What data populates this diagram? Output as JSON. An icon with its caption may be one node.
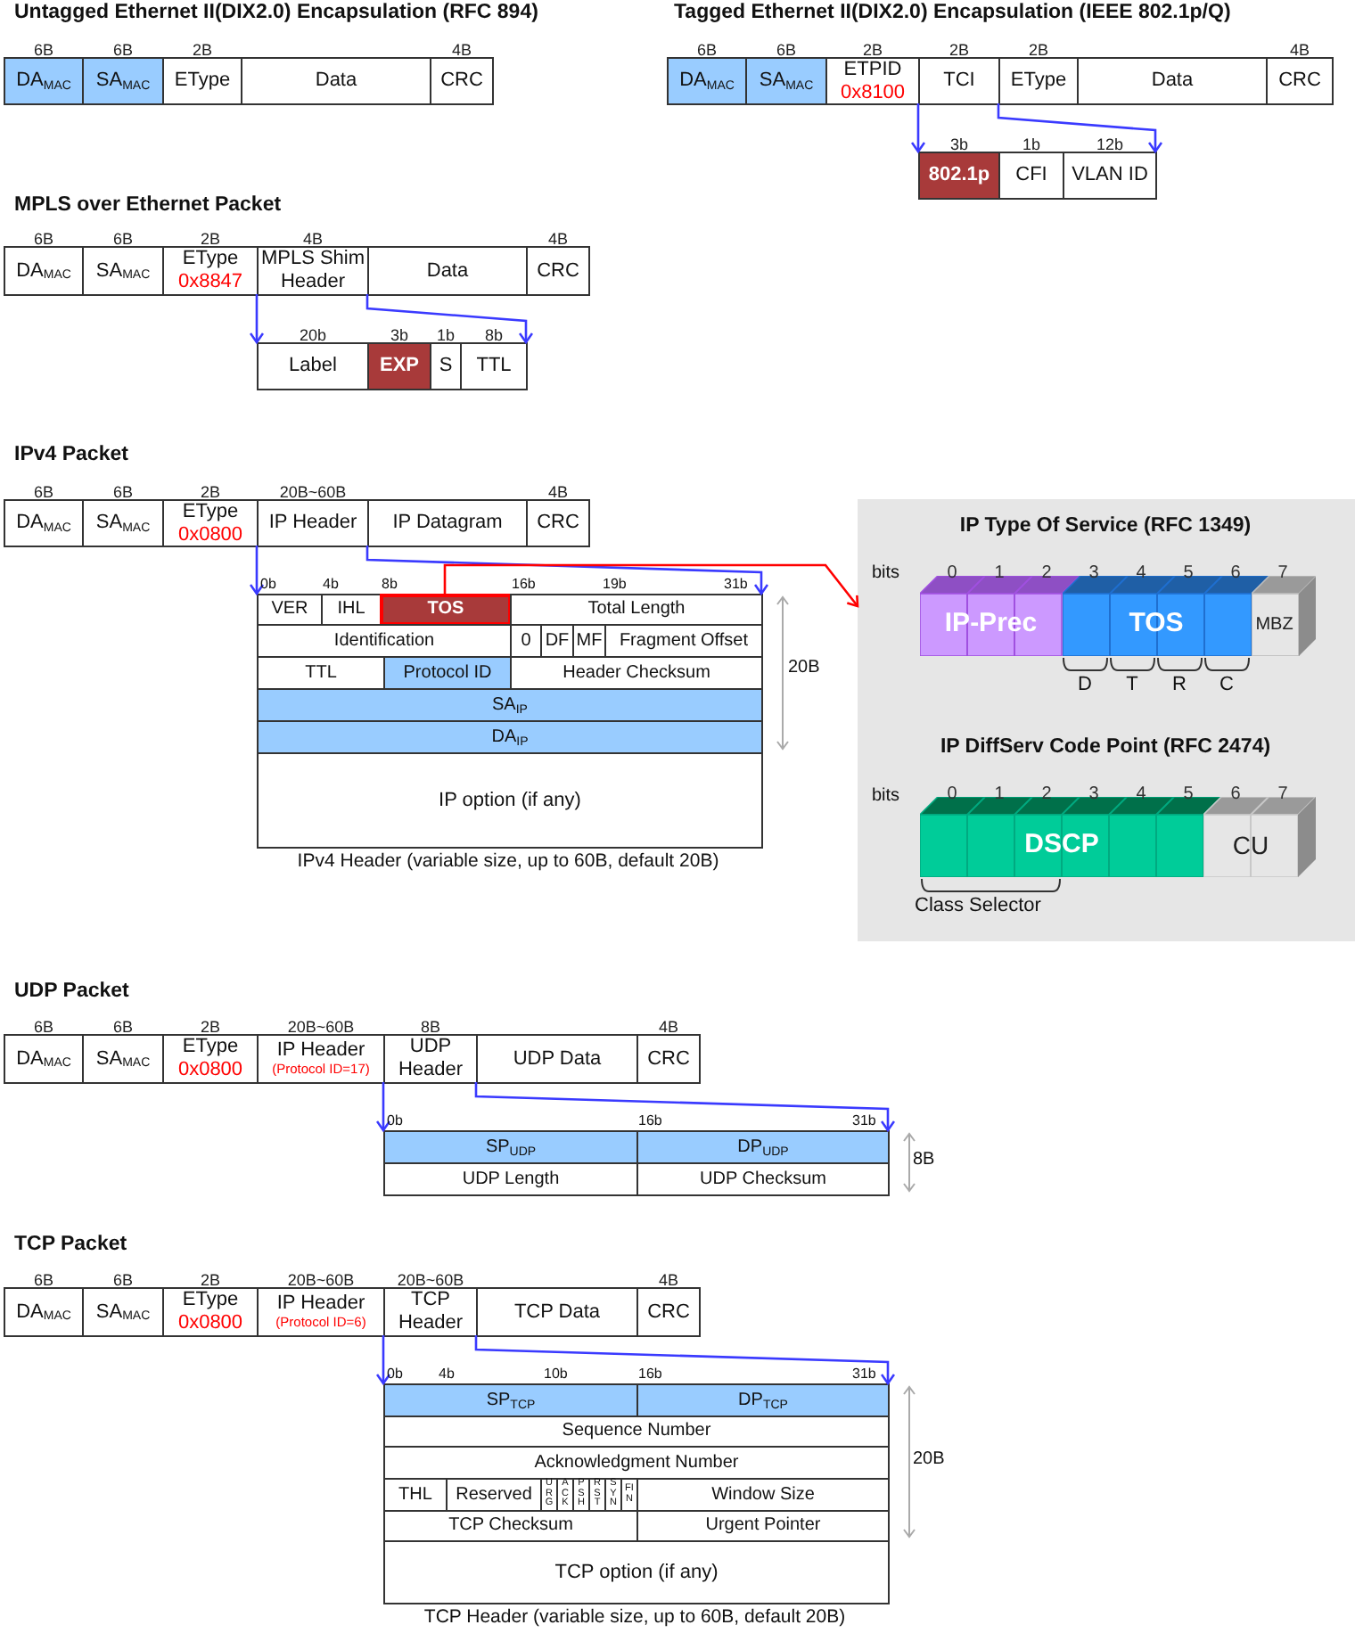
{
  "diagram": {
    "nodes": [
      {
        "text": [
          "DA$_{MAC}$"
        ],
        "beside": [
          "6B"
        ]
      },
      {
        "text": [
          "SA$_{MAC}$"
        ],
        "beside": [
          "6B"
        ]
      },
      {
        "text": [
          "EType"
        ],
        "beside": [
          "2B"
        ]
      },
      {
        "text": [
          "Data"
        ]
      },
      {
        "text": [
          "CRC"
        ],
        "beside": [
          "4B"
        ]
      },
      {
        "text": [
          "DA$_{MAC}$"
        ],
        "beside": [
          "6B"
        ]
      },
      {
        "text": [
          "SA$_{MAC}$"
        ],
        "beside": [
          "6B"
        ]
      },
      {
        "text": [
          "ETPID",
          "0x8100"
        ],
        "beside": [
          "2B"
        ]
      },
      {
        "text": [
          "TCI"
        ],
        "beside": [
          "2B"
        ]
      },
      {
        "text": [
          "EType"
        ],
        "beside": [
          "2B"
        ]
      },
      {
        "text": [
          "Data"
        ]
      },
      {
        "text": [
          "CRC"
        ],
        "beside": [
          "4B"
        ]
      },
      {
        "text": [
          "802.1p"
        ],
        "beside": [
          "3b"
        ]
      },
      {
        "text": [
          "CFI"
        ],
        "beside": [
          "1b"
        ]
      },
      {
        "text": [
          "VLAN ID"
        ],
        "beside": [
          "12b"
        ]
      },
      {
        "text": [
          "DA$_{MAC}$"
        ],
        "beside": [
          "6B"
        ]
      },
      {
        "text": [
          "SA$_{MAC}$"
        ],
        "beside": [
          "6B"
        ]
      },
      {
        "text": [
          "EType",
          "0x8847"
        ],
        "beside": [
          "2B"
        ]
      },
      {
        "text": [
          "MPLS Shim Header"
        ],
        "beside": [
          "4B"
        ]
      },
      {
        "text": [
          "Data"
        ]
      },
      {
        "text": [
          "CRC"
        ],
        "beside": [
          "4B"
        ]
      },
      {
        "text": [
          "Label"
        ],
        "beside": [
          "20b"
        ]
      },
      {
        "text": [
          "EXP"
        ],
        "beside": [
          "3b"
        ]
      },
      {
        "text": [
          "S"
        ],
        "beside": [
          "1b"
        ]
      },
      {
        "text": [
          "TTL"
        ],
        "beside": [
          "8b"
        ]
      },
      {
        "text": [
          "DA$_{MAC}$"
        ],
        "beside": [
          "6B"
        ]
      },
      {
        "text": [
          "SA$_{MAC}$"
        ],
        "beside": [
          "6B"
        ]
      },
      {
        "text": [
          "EType",
          "0x0800"
        ],
        "beside": [
          "2B"
        ]
      },
      {
        "text": [
          "IP Header"
        ],
        "beside": [
          "20B~60B"
        ]
      },
      {
        "text": [
          "IP Datagram"
        ]
      },
      {
        "text": [
          "CRC"
        ],
        "beside": [
          "4B"
        ]
      },
      {
        "text": [
          "VER"
        ]
      },
      {
        "text": [
          "IHL"
        ]
      },
      {
        "text": [
          "TOS"
        ]
      },
      {
        "text": [
          "Total Length"
        ]
      },
      {
        "text": [
          "Identification"
        ]
      },
      {
        "text": [
          "0"
        ]
      },
      {
        "text": [
          "DF"
        ]
      },
      {
        "text": [
          "MF"
        ]
      },
      {
        "text": [
          "Fragment Offset"
        ]
      },
      {
        "text": [
          "TTL"
        ]
      },
      {
        "text": [
          "Protocol ID"
        ]
      },
      {
        "text": [
          "Header Checksum"
        ]
      },
      {
        "text": [
          "SA$_{IP}$"
        ]
      },
      {
        "text": [
          "DA$_{IP}$"
        ]
      },
      {
        "text": [
          "IP option (if any)"
        ]
      },
      {
        "text": [],
        "shape": "box"
      },
      {
        "text": [
          "IP-Prec"
        ],
        "in": 46
      },
      {
        "text": [
          "TOS"
        ],
        "in": 46
      },
      {
        "text": [
          "MBZ"
        ],
        "in": 46
      },
      {
        "text": [
          "DSCP"
        ],
        "in": 46
      },
      {
        "text": [
          "CU"
        ],
        "in": 46
      },
      {
        "text": [
          "DA$_{MAC}$"
        ],
        "beside": [
          "6B"
        ]
      },
      {
        "text": [
          "SA$_{MAC}$"
        ],
        "beside": [
          "6B"
        ]
      },
      {
        "text": [
          "EType",
          "0x0800"
        ],
        "beside": [
          "2B"
        ]
      },
      {
        "text": [
          "IP Header",
          "(Protocol ID=17)"
        ],
        "beside": [
          "20B~60B"
        ]
      },
      {
        "text": [
          "UDP Header"
        ],
        "beside": [
          "8B"
        ]
      },
      {
        "text": [
          "UDP Data"
        ]
      },
      {
        "text": [
          "CRC"
        ],
        "beside": [
          "4B"
        ]
      },
      {
        "text": [
          "SP$_{UDP}$"
        ]
      },
      {
        "text": [
          "DP$_{UDP}$"
        ]
      },
      {
        "text": [
          "UDP Length"
        ]
      },
      {
        "text": [
          "UDP Checksum"
        ]
      },
      {
        "text": [
          "DA$_{MAC}$"
        ],
        "beside": [
          "6B"
        ]
      },
      {
        "text": [
          "SA$_{MAC}$"
        ],
        "beside": [
          "6B"
        ]
      },
      {
        "text": [
          "EType",
          "0x0800"
        ],
        "beside": [
          "2B"
        ]
      },
      {
        "text": [
          "IP Header",
          "(Protocol ID=6)"
        ],
        "beside": [
          "20B~60B"
        ]
      },
      {
        "text": [
          "TCP Header"
        ],
        "beside": [
          "20B~60B"
        ]
      },
      {
        "text": [
          "TCP Data"
        ]
      },
      {
        "text": [
          "CRC"
        ],
        "beside": [
          "4B"
        ]
      },
      {
        "text": [
          "SP$_{TCP}$"
        ]
      },
      {
        "text": [
          "DP$_{TCP}$"
        ]
      },
      {
        "text": [
          "Sequence Number"
        ]
      },
      {
        "text": [
          "Acknowledgment Number"
        ]
      },
      {
        "text": [
          "THL"
        ]
      },
      {
        "text": [
          "Reserved"
        ]
      },
      {
        "text": [
          "URG"
        ]
      },
      {
        "text": [
          "ACK"
        ]
      },
      {
        "text": [
          "PSH"
        ]
      },
      {
        "text": [
          "RST"
        ]
      },
      {
        "text": [
          "SYN"
        ]
      },
      {
        "text": [
          "FIN"
        ]
      },
      {
        "text": [
          "Window Size"
        ]
      },
      {
        "text": [
          "TCP Checksum"
        ]
      },
      {
        "text": [
          "Urgent Pointer"
        ]
      },
      {
        "text": [
          "TCP option (if any)"
        ]
      }
    ],
    "edges": [
      {
        "from": 8,
        "to": 12,
        "arrow": "to"
      },
      {
        "from": 8,
        "to": 14,
        "arrow": "to"
      },
      {
        "from": 18,
        "to": 21,
        "arrow": "to"
      },
      {
        "from": 18,
        "to": 24,
        "arrow": "to"
      },
      {
        "from": 28,
        "to": 31,
        "arrow": "to"
      },
      {
        "from": 28,
        "to": 34,
        "arrow": "to"
      },
      {
        "from": 33,
        "to": 46,
        "arrow": "to",
        "color": "#ff0000"
      },
      {
        "from": 56,
        "to": 59,
        "arrow": "to"
      },
      {
        "from": 56,
        "to": 60,
        "arrow": "to"
      },
      {
        "from": 67,
        "to": 70,
        "arrow": "to"
      },
      {
        "from": 67,
        "to": 71,
        "arrow": "to"
      }
    ],
    "labels": [
      "Untagged Ethernet II(DIX2.0) Encapsulation (RFC 894)",
      "Tagged Ethernet II(DIX2.0) Encapsulation (IEEE 802.1p/Q)",
      "MPLS over Ethernet Packet",
      "IPv4 Packet",
      "0b",
      "4b",
      "8b",
      "16b",
      "19b",
      "31b",
      "20B",
      "IPv4 Header (variable size, up to 60B, default 20B)",
      "IP Type Of Service (RFC 1349)",
      "bits",
      "0",
      "1",
      "2",
      "3",
      "4",
      "5",
      "6",
      "7",
      "D",
      "T",
      "R",
      "C",
      "IP DiffServ Code Point (RFC 2474)",
      "bits",
      "0",
      "1",
      "2",
      "3",
      "4",
      "5",
      "6",
      "7",
      "Class Selector",
      "UDP Packet",
      "0b",
      "16b",
      "31b",
      "8B",
      "TCP Packet",
      "0b",
      "4b",
      "10b",
      "16b",
      "31b",
      "20B",
      "TCP Header (variable size, up to 60B, default 20B)"
    ]
  }
}
